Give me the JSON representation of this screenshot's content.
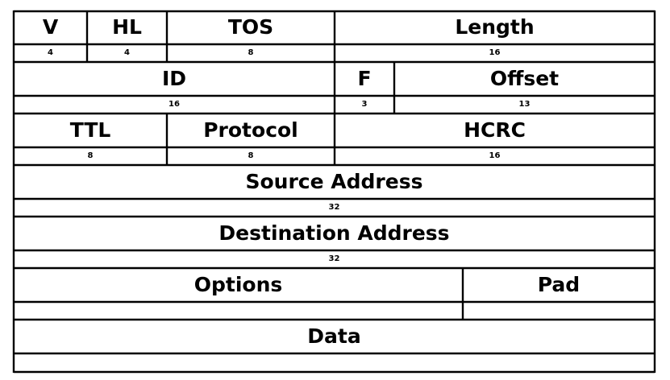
{
  "rows": [
    {
      "cells": [
        {
          "label": "V",
          "bits": "4"
        },
        {
          "label": "HL",
          "bits": "4"
        },
        {
          "label": "TOS",
          "bits": "8"
        },
        {
          "label": "Length",
          "bits": "16"
        }
      ]
    },
    {
      "cells": [
        {
          "label": "ID",
          "bits": "16"
        },
        {
          "label": "F",
          "bits": "3"
        },
        {
          "label": "Offset",
          "bits": "13"
        }
      ]
    },
    {
      "cells": [
        {
          "label": "TTL",
          "bits": "8"
        },
        {
          "label": "Protocol",
          "bits": "8"
        },
        {
          "label": "HCRC",
          "bits": "16"
        }
      ]
    },
    {
      "cells": [
        {
          "label": "Source Address",
          "bits": "32"
        }
      ]
    },
    {
      "cells": [
        {
          "label": "Destination Address",
          "bits": "32"
        }
      ]
    },
    {
      "cells": [
        {
          "label": "Options",
          "bits": ""
        },
        {
          "label": "Pad",
          "bits": ""
        }
      ]
    },
    {
      "cells": [
        {
          "label": "Data",
          "bits": ""
        }
      ]
    }
  ]
}
